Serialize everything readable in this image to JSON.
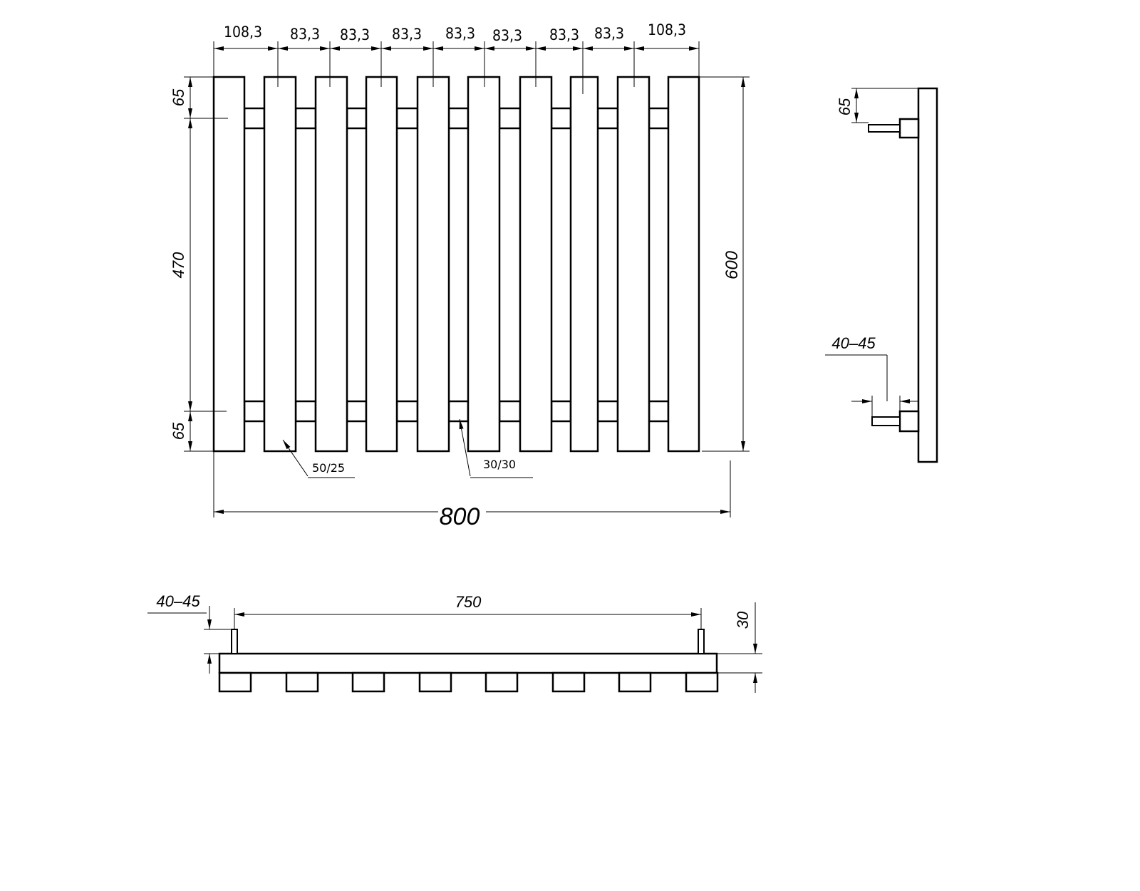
{
  "front_view": {
    "top_spacings": [
      "108,3",
      "83,3",
      "83,3",
      "83,3",
      "83,3",
      "83,3",
      "83,3",
      "83,3",
      "108,3"
    ],
    "left_dims": [
      "65",
      "470",
      "65"
    ],
    "height_dim": "600",
    "width_dim": "800",
    "bar_section_label": "50/25",
    "rail_section_label": "30/30",
    "bar_count": 10
  },
  "side_view": {
    "top_offset_dim": "65",
    "wall_distance_dim": "40–45"
  },
  "bottom_view": {
    "wall_distance_dim": "40–45",
    "mount_spacing_dim": "750",
    "depth_dim": "30"
  }
}
